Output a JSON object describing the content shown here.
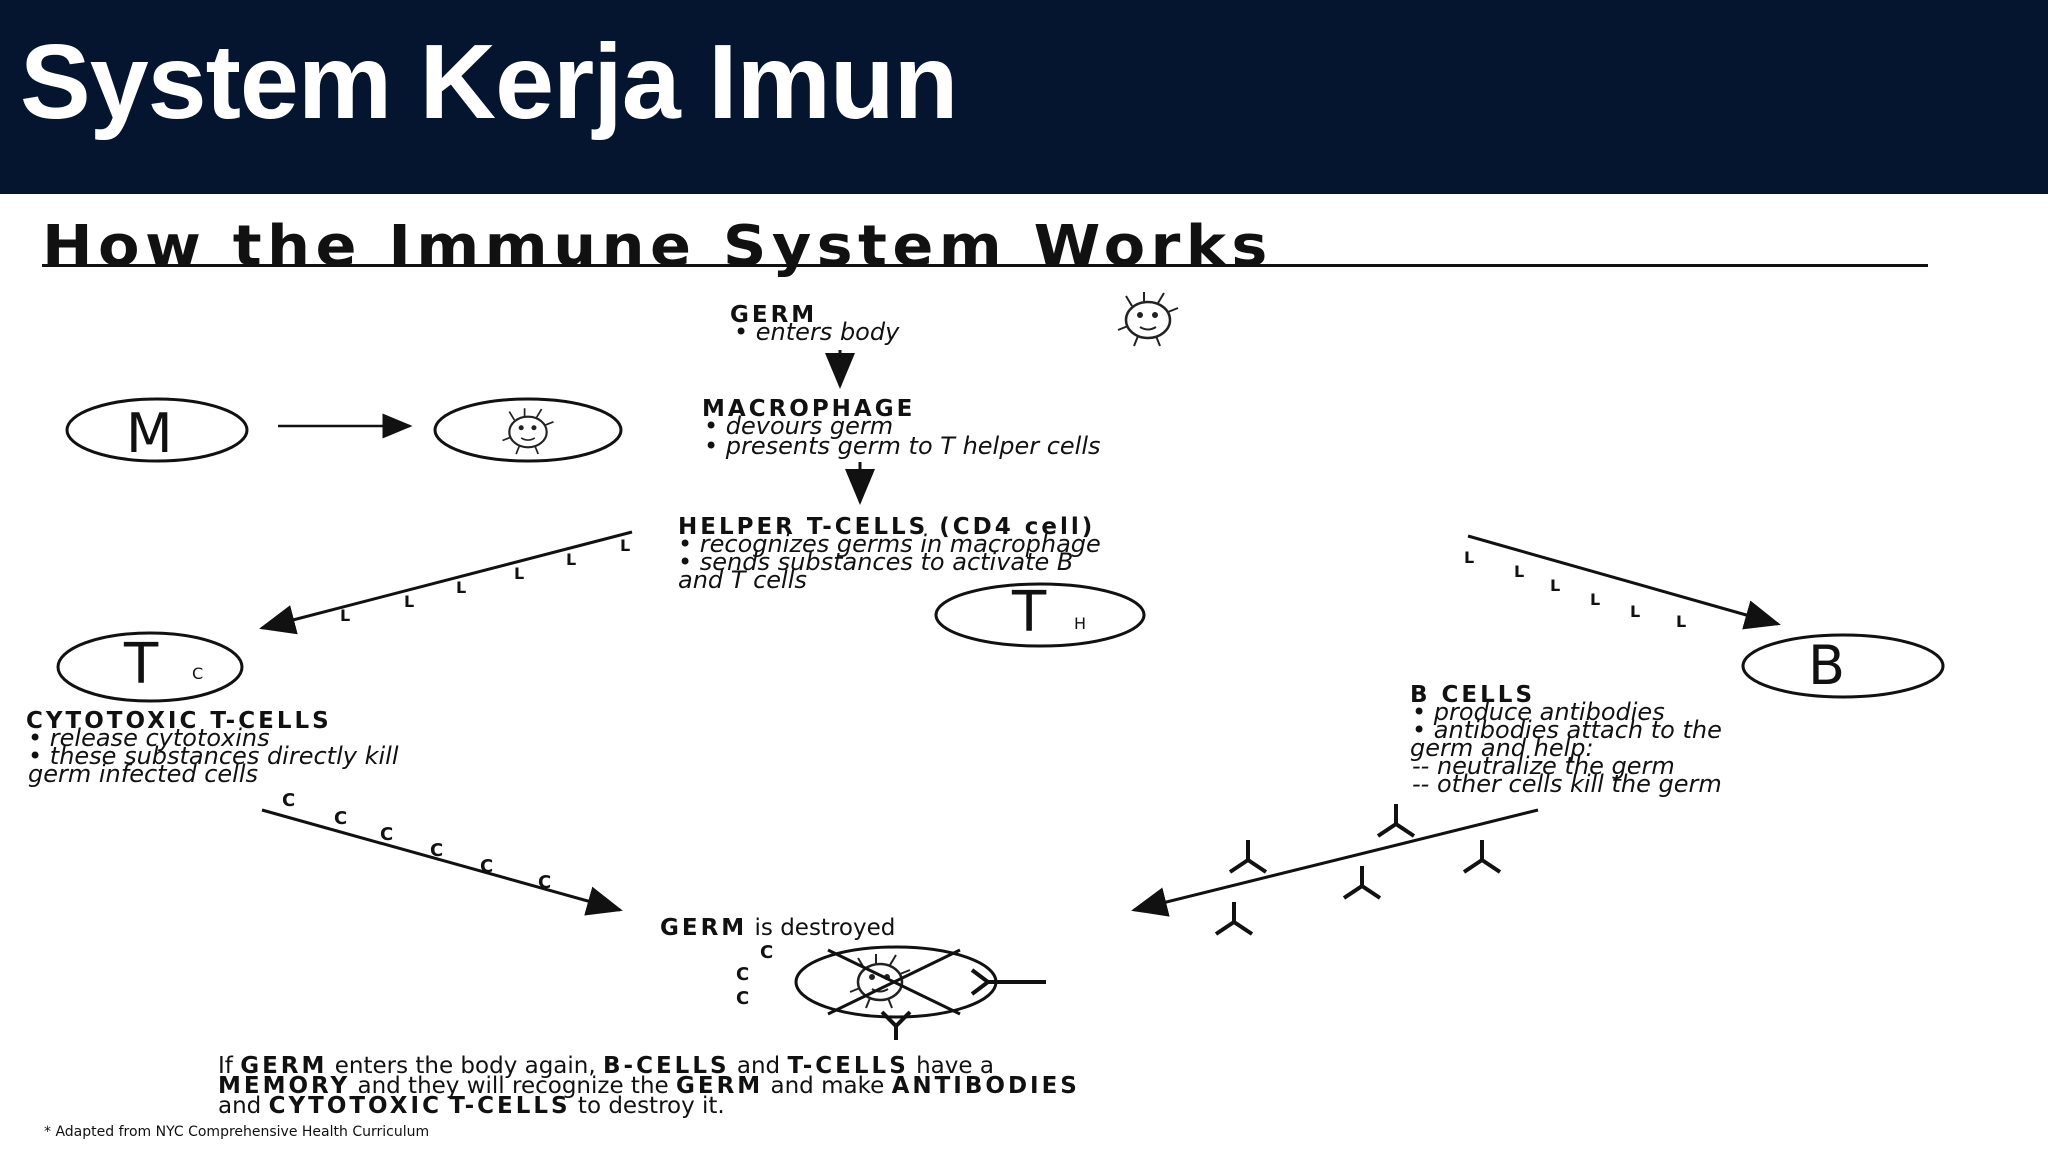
{
  "slide": {
    "title": "System Kerja Imun"
  },
  "diagram": {
    "title": "How the Immune System Works",
    "germ": {
      "heading": "GERM",
      "line1": "• enters body"
    },
    "macrophage": {
      "heading": "MACROPHAGE",
      "line1": "• devours germ",
      "line2": "• presents germ to T helper cells"
    },
    "helper": {
      "heading": "HELPER T-CELLS (CD4 cell)",
      "line1": "• recognizes germs in macrophage",
      "line2": "• sends substances to activate B",
      "line3": "and T cells"
    },
    "cytotoxic": {
      "heading": "CYTOTOXIC T-CELLS",
      "line1": "• release cytotoxins",
      "line2": "• these substances directly kill",
      "line3": "germ infected cells"
    },
    "bcells": {
      "heading": "B CELLS",
      "line1": "• produce antibodies",
      "line2": "• antibodies attach to the",
      "line3": "germ and help:",
      "line4": "-- neutralize the germ",
      "line5": "-- other cells kill the germ"
    },
    "destroyed": {
      "bold": "GERM",
      "rest": "is destroyed"
    },
    "circles": {
      "m": "M",
      "tc": "T",
      "tc_sub": "C",
      "th": "T",
      "th_sub": "H",
      "b": "B"
    },
    "markers": {
      "l": "L",
      "c": "C"
    },
    "memory": {
      "a1": "If",
      "b1": "GERM",
      "a2": "enters the body again,",
      "b2": "B-CELLS",
      "a3": "and",
      "b3": "T-CELLS",
      "a4": "have a",
      "b4": "MEMORY",
      "a5": "and they will recognize the",
      "b5": "GERM",
      "a6": "and make",
      "b6": "ANTIBODIES",
      "a7": "and",
      "b7": "CYTOTOXIC",
      "b8": "T-CELLS",
      "a8": "to destroy it."
    },
    "footnote": "* Adapted from NYC Comprehensive Health Curriculum"
  }
}
